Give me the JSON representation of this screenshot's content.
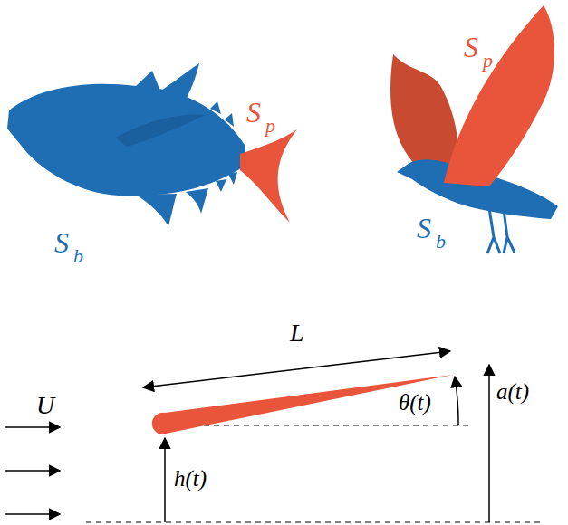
{
  "diagram": {
    "labels": [
      "S",
      "p",
      "S",
      "p",
      "S",
      "b",
      "S",
      "b",
      "L",
      "U",
      "θ(t)",
      "a(t)",
      "h(t)"
    ]
  }
}
